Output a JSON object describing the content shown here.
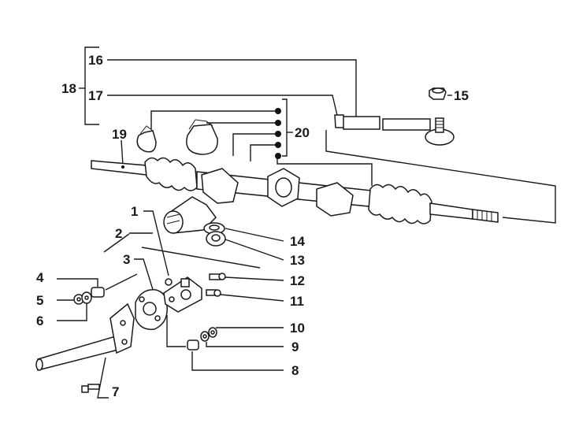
{
  "labels": {
    "p1": "1",
    "p2": "2",
    "p3": "3",
    "p4": "4",
    "p5": "5",
    "p6": "6",
    "p7": "7",
    "p8": "8",
    "p9": "9",
    "p10": "10",
    "p11": "11",
    "p12": "12",
    "p13": "13",
    "p14": "14",
    "p15": "15",
    "p16": "16",
    "p17": "17",
    "p18": "18",
    "p19": "19",
    "p20": "20"
  },
  "colors": {
    "ink": "#1a1a1a",
    "paper": "#ffffff"
  }
}
